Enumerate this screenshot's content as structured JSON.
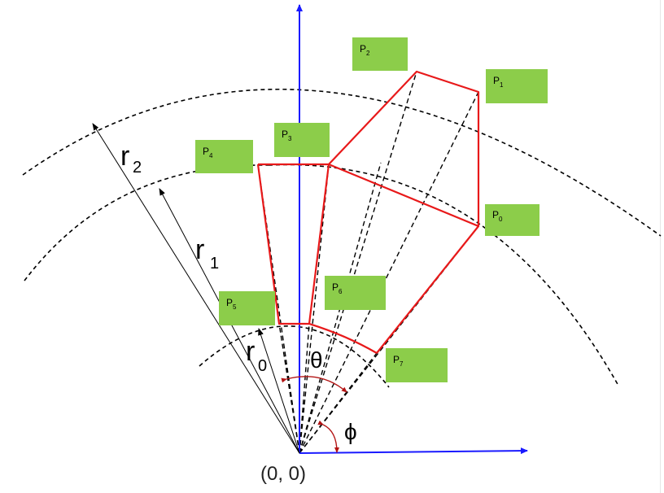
{
  "colors": {
    "axis": "#1a1aff",
    "polygon": "#e8191a",
    "box_fill": "#8ccd4a",
    "guide": "#000000",
    "arc_marker": "#b31414"
  },
  "origin_label": "(0, 0)",
  "radius_labels": [
    {
      "main": "r",
      "sub": "0"
    },
    {
      "main": "r",
      "sub": "1"
    },
    {
      "main": "r",
      "sub": "2"
    }
  ],
  "angle_labels": {
    "theta": "θ",
    "phi": "ϕ"
  },
  "points": [
    {
      "main": "P",
      "sub": "0"
    },
    {
      "main": "P",
      "sub": "1"
    },
    {
      "main": "P",
      "sub": "2"
    },
    {
      "main": "P",
      "sub": "3"
    },
    {
      "main": "P",
      "sub": "4"
    },
    {
      "main": "P",
      "sub": "5"
    },
    {
      "main": "P",
      "sub": "6"
    },
    {
      "main": "P",
      "sub": "7"
    }
  ]
}
